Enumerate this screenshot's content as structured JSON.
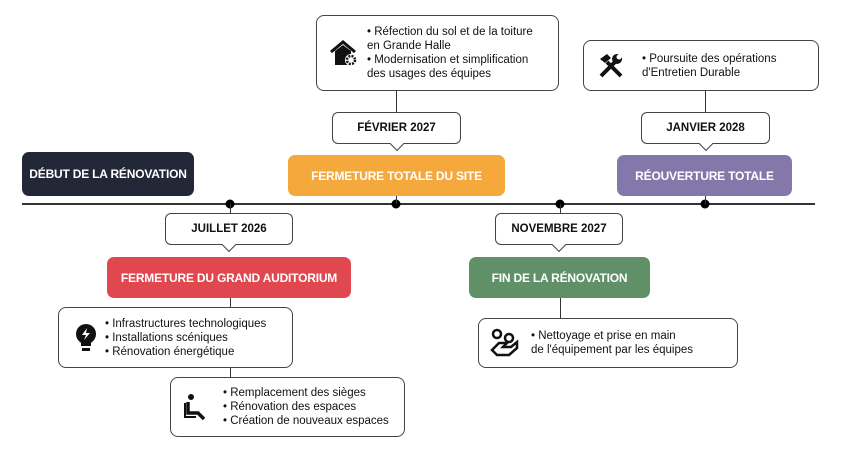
{
  "phases": {
    "debut": {
      "label": "DÉBUT DE LA RÉNOVATION",
      "color": "#232838"
    },
    "auditorium": {
      "label": "FERMETURE DU GRAND AUDITORIUM",
      "date": "JUILLET 2026",
      "color": "#E0474F"
    },
    "totale": {
      "label": "FERMETURE TOTALE DU SITE",
      "date": "FÉVRIER 2027",
      "color": "#F5A83C"
    },
    "fin": {
      "label": "FIN DE LA RÉNOVATION",
      "date": "NOVEMBRE 2027",
      "color": "#5F9068"
    },
    "reouverture": {
      "label": "RÉOUVERTURE TOTALE",
      "date": "JANVIER 2028",
      "color": "#8478AB"
    }
  },
  "details": {
    "totale": {
      "icon": "house-gear-icon",
      "lines": [
        "• Réfection du sol et de la toiture",
        "en Grande Halle",
        "• Modernisation et simplification",
        "des usages des équipes"
      ]
    },
    "reouverture": {
      "icon": "tools-icon",
      "lines": [
        "• Poursuite des opérations",
        "d'Entretien Durable"
      ]
    },
    "auditorium1": {
      "icon": "lightbulb-bolt-icon",
      "lines": [
        "• Infrastructures technologiques",
        "• Installations scéniques",
        "• Rénovation énergétique"
      ]
    },
    "auditorium2": {
      "icon": "seat-person-icon",
      "lines": [
        "• Remplacement des sièges",
        "• Rénovation des espaces",
        "• Création de nouveaux espaces"
      ]
    },
    "fin": {
      "icon": "hand-people-icon",
      "lines": [
        "• Nettoyage et prise en main",
        "de l'équipement par les équipes"
      ]
    }
  }
}
